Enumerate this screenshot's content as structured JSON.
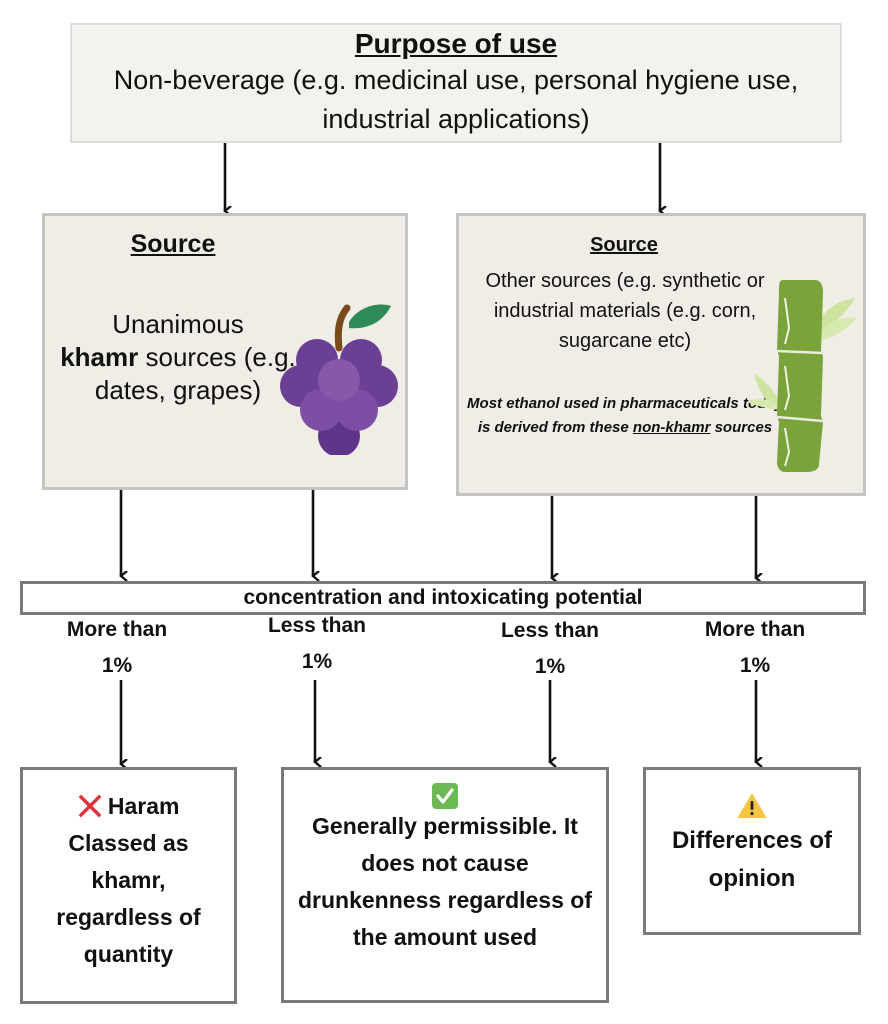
{
  "purpose": {
    "title": "Purpose of use",
    "body": "Non-beverage (e.g.  medicinal use, personal hygiene use, industrial applications)"
  },
  "sources": [
    {
      "title": "Source",
      "body_prefix": "Unanimous",
      "body_bold": "khamr",
      "body_suffix": "sources (e.g. dates, grapes)",
      "icon": "grapes-icon"
    },
    {
      "title": "Source",
      "body": "Other sources (e.g. synthetic or industrial materials (e.g. corn, sugarcane etc)",
      "note_prefix": "Most ethanol used in pharmaceuticals today is derived from these",
      "note_underlined": "non-khamr",
      "note_suffix": "sources",
      "icon": "sugarcane-icon"
    }
  ],
  "concentration": {
    "label": "concentration and intoxicating potential"
  },
  "conditions": [
    {
      "line1": "More than",
      "line2": "1%"
    },
    {
      "line1": "Less than",
      "line2": "1%"
    },
    {
      "line1": "Less than",
      "line2": "1%"
    },
    {
      "line1": "More than",
      "line2": "1%"
    }
  ],
  "outcomes": [
    {
      "icon": "cross-mark-icon",
      "heading": "Haram",
      "text": "Classed as khamr, regardless of quantity",
      "color": "#e0303f"
    },
    {
      "icon": "check-mark-icon",
      "heading": "",
      "text": "Generally permissible. It does not cause drunkenness regardless of the amount used",
      "color": "#6cb855"
    },
    {
      "icon": "warning-icon",
      "heading": "",
      "text": "Differences of opinion",
      "color": "#f5c542"
    }
  ]
}
